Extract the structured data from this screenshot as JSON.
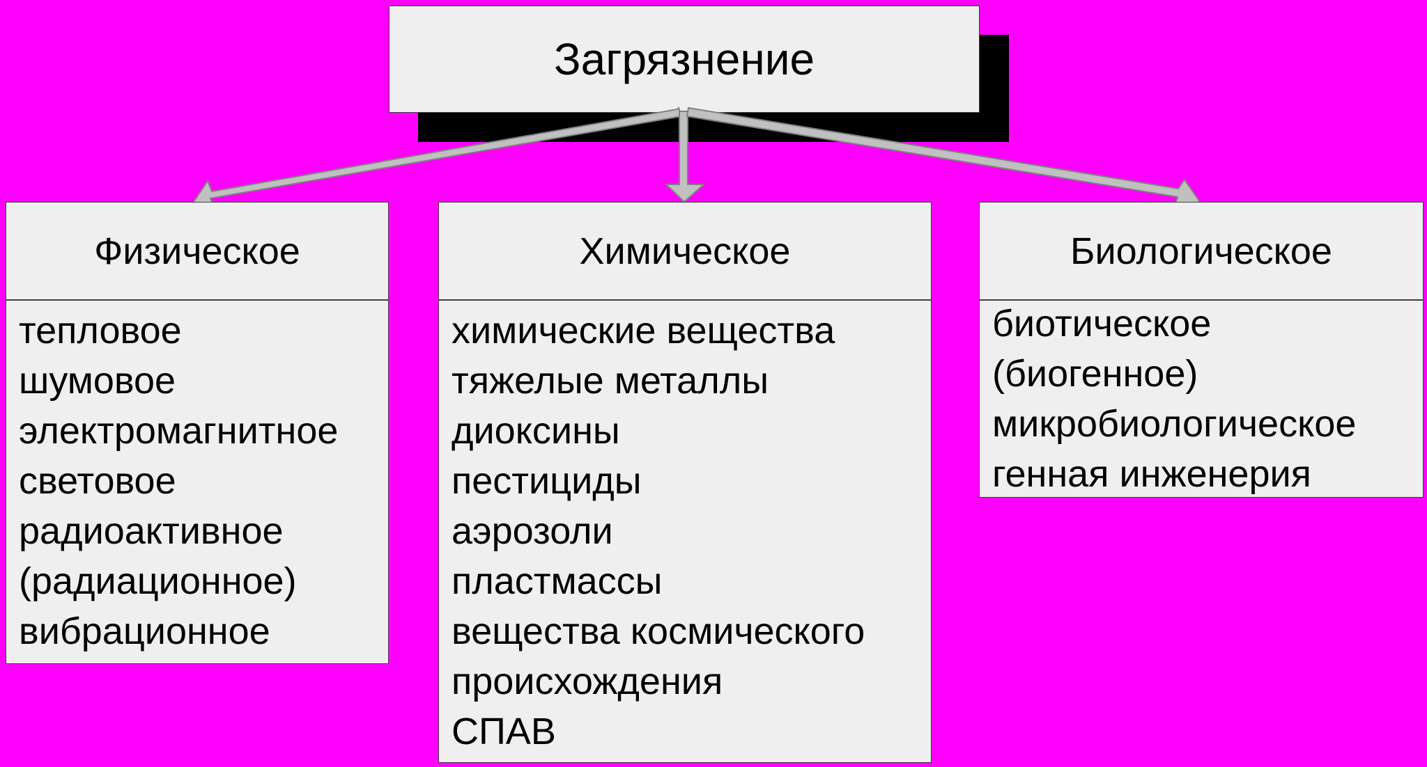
{
  "colors": {
    "background": "#ff00ff",
    "box_fill": "#efefef",
    "arrow_fill": "#c0c0c0",
    "shadow": "#000000"
  },
  "diagram": {
    "root": {
      "label": "Загрязнение"
    },
    "categories": [
      {
        "label": "Физическое",
        "items": [
          "тепловое",
          "шумовое",
          "электромагнитное",
          "световое",
          "радиоактивное",
          "(радиационное)",
          "вибрационное"
        ]
      },
      {
        "label": "Химическое",
        "items": [
          "химические вещества",
          "тяжелые металлы",
          "диоксины",
          "пестициды",
          "аэрозоли",
          "пластмассы",
          "вещества космического",
          "происхождения",
          "СПАВ"
        ]
      },
      {
        "label": "Биологическое",
        "items": [
          "биотическое",
          "(биогенное)",
          "микробиологическое",
          "генная инженерия"
        ]
      }
    ]
  }
}
